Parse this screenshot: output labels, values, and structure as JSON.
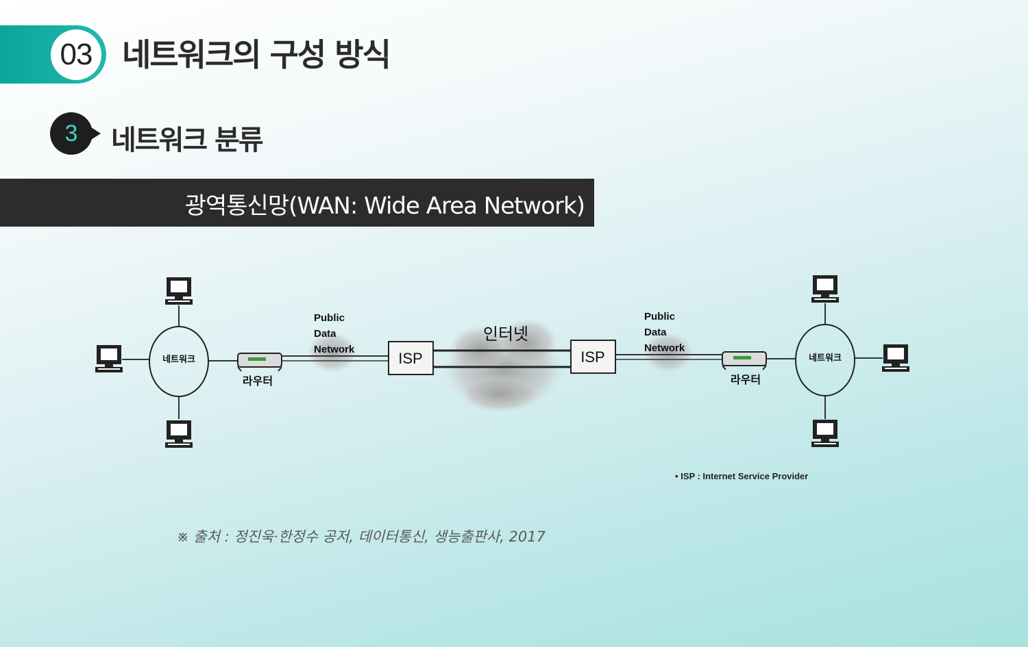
{
  "header": {
    "section_number": "03",
    "section_title": "네트워크의 구성 방식"
  },
  "subheader": {
    "number": "3",
    "title": "네트워크 분류"
  },
  "banner": {
    "title": "광역통신망(WAN: Wide Area Network)"
  },
  "diagram": {
    "left_network_label": "네트워크",
    "right_network_label": "네트워크",
    "left_router_label": "라우터",
    "right_router_label": "라우터",
    "left_pdn_label": [
      "Public",
      "Data",
      "Network"
    ],
    "right_pdn_label": [
      "Public",
      "Data",
      "Network"
    ],
    "left_isp_label": "ISP",
    "right_isp_label": "ISP",
    "internet_label": "인터넷",
    "footnote": "• ISP : Internet Service Provider"
  },
  "caption": "※ 출처 : 정진욱·한정수 공저, 데이터통신, 생능출판사, 2017",
  "colors": {
    "accent_teal": "#0aa59c",
    "dark": "#2c2c2c",
    "sub_number": "#3fd1c5"
  }
}
